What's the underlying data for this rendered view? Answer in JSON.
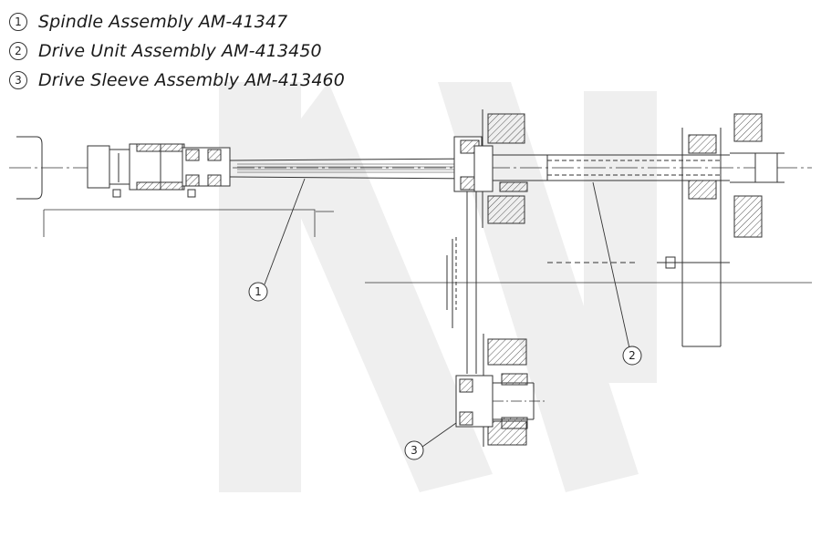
{
  "legend": [
    {
      "number": "1",
      "label": "Spindle Assembly AM-41347"
    },
    {
      "number": "2",
      "label": "Drive Unit Assembly AM-413450"
    },
    {
      "number": "3",
      "label": "Drive Sleeve Assembly AM-413460"
    }
  ],
  "callouts": {
    "c1": "1",
    "c2": "2",
    "c3": "3"
  },
  "colors": {
    "line": "#333333",
    "watermark": "#eeeeee",
    "hatch": "#555555"
  }
}
